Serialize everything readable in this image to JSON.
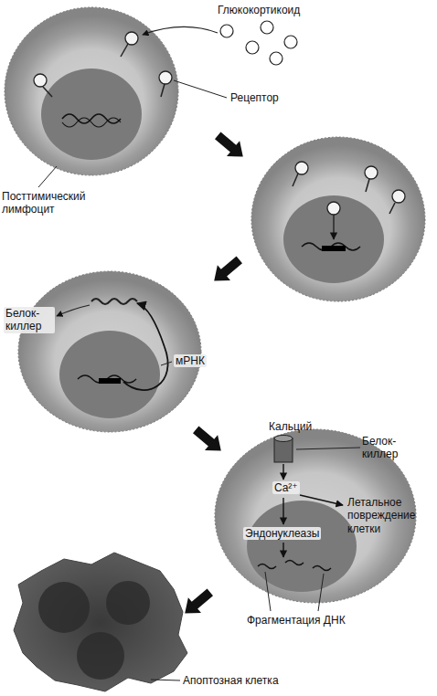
{
  "diagram": {
    "labels": [
      "Глюкокортикоид",
      "Рецептор",
      "Посттимический лимфоцит",
      "Белок-киллер",
      "мРНК",
      "Кальций",
      "Белок-киллер",
      "Ca²⁺",
      "Летальное повреждение клетки",
      "Эндонуклеазы",
      "Фрагментация ДНК",
      "Апоптозная клетка"
    ]
  }
}
